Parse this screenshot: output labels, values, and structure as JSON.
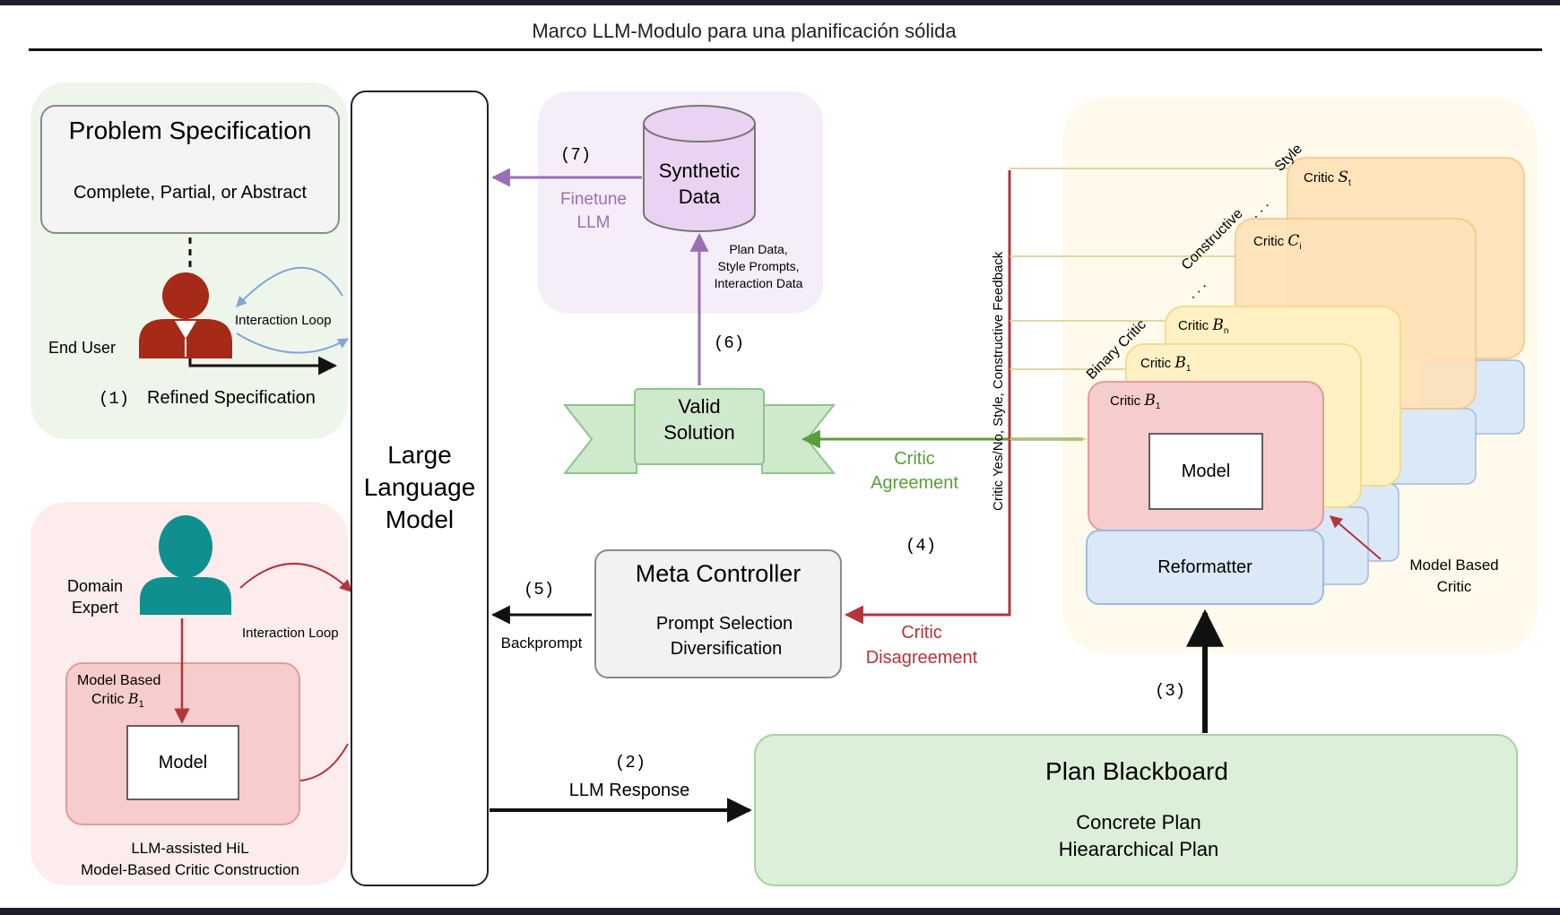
{
  "title": "Marco LLM-Modulo para una planificación sólida",
  "problem_spec": {
    "title": "Problem Specification",
    "subtitle": "Complete, Partial, or Abstract",
    "end_user": "End User",
    "interaction_loop": "Interaction Loop",
    "step": "(1)",
    "refined": "Refined Specification"
  },
  "expert_panel": {
    "domain_expert_line1": "Domain",
    "domain_expert_line2": "Expert",
    "interaction_loop": "Interaction Loop",
    "critic_line1": "Model Based",
    "critic_line2": "Critic",
    "critic_sub": "B",
    "critic_sub_index": "1",
    "model": "Model",
    "caption_line1": "LLM-assisted HiL",
    "caption_line2": "Model-Based Critic Construction"
  },
  "llm": {
    "line1": "Large",
    "line2": "Language",
    "line3": "Model"
  },
  "synthetic": {
    "line1": "Synthetic",
    "line2": "Data",
    "step": "(7)",
    "finetune_line1": "Finetune",
    "finetune_line2": "LLM",
    "data_line1": "Plan Data,",
    "data_line2": "Style Prompts,",
    "data_line3": "Interaction Data",
    "step6": "(6)"
  },
  "valid": {
    "line1": "Valid",
    "line2": "Solution"
  },
  "agreement": {
    "line1": "Critic",
    "line2": "Agreement",
    "step": "(4)"
  },
  "meta": {
    "title": "Meta Controller",
    "line1": "Prompt Selection",
    "line2": "Diversification",
    "step": "(5)",
    "backprompt": "Backprompt",
    "disagree_line1": "Critic",
    "disagree_line2": "Disagreement"
  },
  "feedback_label": "Critic Yes/No, Style, Constructive Feedback",
  "critics": {
    "style": "Style",
    "constructive": "Constructive",
    "binary": "Binary Critic",
    "critic_prefix": "Critic",
    "s_var": "S",
    "s_sub": "t",
    "c_var": "C",
    "c_sub": "i",
    "bn_var": "B",
    "bn_sub": "n",
    "b1_var": "B",
    "b1_sub": "1",
    "b1b_var": "B",
    "b1b_sub": "1",
    "model": "Model",
    "reformatter": "Reformatter",
    "model_based_line1": "Model Based",
    "model_based_line2": "Critic",
    "dots": ". . ."
  },
  "blackboard": {
    "title": "Plan Blackboard",
    "line1": "Concrete Plan",
    "line2": "Hieararchical Plan",
    "step3": "(3)",
    "step2": "(2)",
    "response": "LLM Response"
  },
  "colors": {
    "green_panel": "#eef6ec",
    "red_panel": "#fcecec",
    "purple_panel": "#f5eef8",
    "yellow_panel": "#fffaeb",
    "user_red": "#a52a17",
    "expert_teal": "#0f8f8f",
    "purple_arrow": "#9a6fb5",
    "green_arrow": "#5b9e3a",
    "red_arrow": "#b3343a",
    "critic_red": "#f6cccc",
    "critic_yellow": "#fff1c4",
    "critic_orange": "#ffe2b8",
    "critic_blue": "#dbe8f8",
    "blackboard_green": "#dcefd8"
  }
}
